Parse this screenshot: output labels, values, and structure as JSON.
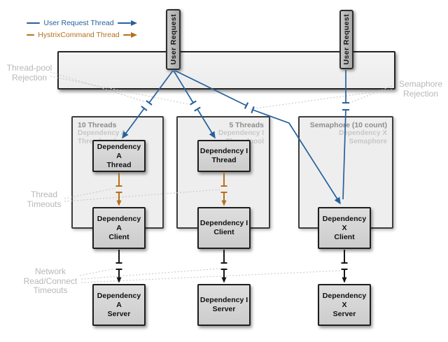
{
  "colors": {
    "user_request_thread": "#26619C",
    "hystrix_command_thread": "#B5701C",
    "annotation_gray": "#b7b7b7"
  },
  "legend": {
    "items": [
      {
        "label": "User Request Thread"
      },
      {
        "label": "HystrixCommand Thread"
      }
    ]
  },
  "user_request_tabs": [
    {
      "label": "User Request"
    },
    {
      "label": "User Request"
    }
  ],
  "annotations": {
    "thread_pool_rejection": {
      "lines": [
        "Thread-pool",
        "Rejection"
      ]
    },
    "semaphore_rejection": {
      "lines": [
        "Semaphore",
        "Rejection"
      ]
    },
    "thread_timeouts": {
      "lines": [
        "Thread",
        "Timeouts"
      ]
    },
    "network_timeouts": {
      "lines": [
        "Network",
        "Read/Connect",
        "Timeouts"
      ]
    }
  },
  "pools": [
    {
      "title": "10 Threads",
      "subtitle": "Dependency A Threadpool"
    },
    {
      "title": "5 Threads",
      "subtitle": "Dependency I Threadpool"
    },
    {
      "title": "Semaphore (10 count)",
      "subtitle": "Dependency X Semaphore"
    }
  ],
  "nodes": {
    "thread_a": {
      "lines": [
        "Dependency A",
        "Thread"
      ]
    },
    "thread_i": {
      "lines": [
        "Dependency I",
        "Thread"
      ]
    },
    "client_a": {
      "lines": [
        "Dependency A",
        "Client"
      ]
    },
    "client_i": {
      "lines": [
        "Dependency I",
        "Client"
      ]
    },
    "client_x": {
      "lines": [
        "Dependency X",
        "Client"
      ]
    },
    "server_a": {
      "lines": [
        "Dependency A",
        "Server"
      ]
    },
    "server_i": {
      "lines": [
        "Dependency I",
        "Server"
      ]
    },
    "server_x": {
      "lines": [
        "Dependency X",
        "Server"
      ]
    }
  }
}
